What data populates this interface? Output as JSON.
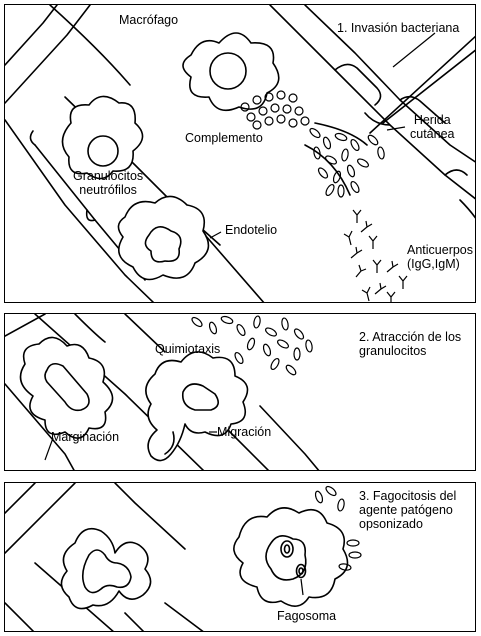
{
  "panel1": {
    "step_title": "1. Invasión bacteriana",
    "macrofago": "Macrófago",
    "complemento": "Complemento",
    "herida": "Herida\ncutánea",
    "granulocitos": "Granulocitos\nneutrófilos",
    "endotelio": "Endotelio",
    "anticuerpos": "Anticuerpos\n(IgG,IgM)"
  },
  "panel2": {
    "step_title": "2. Atracción de los\ngranulocitos",
    "quimiotaxis": "Quimiotaxis",
    "marginacion": "Marginación",
    "migracion": "Migración"
  },
  "panel3": {
    "step_title": "3. Fagocitosis del\nagente patógeno\nopsonizado",
    "fagosoma": "Fagosoma"
  }
}
